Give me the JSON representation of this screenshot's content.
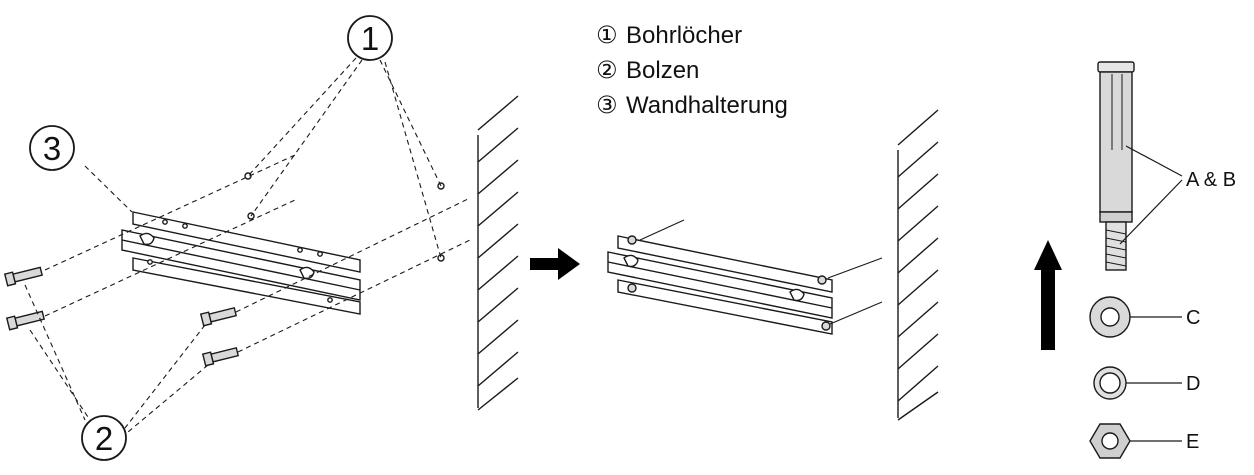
{
  "legend": {
    "items": [
      {
        "num": "①",
        "label": "Bohrlöcher"
      },
      {
        "num": "②",
        "label": "Bolzen"
      },
      {
        "num": "③",
        "label": "Wandhalterung"
      }
    ]
  },
  "callouts": {
    "one": "1",
    "two": "2",
    "three": "3"
  },
  "parts": {
    "ab": "A & B",
    "c": "C",
    "d": "D",
    "e": "E"
  },
  "colors": {
    "line": "#1a1a1a",
    "fill": "#ffffff",
    "metal": "#d9d9d9",
    "arrow": "#000000"
  }
}
